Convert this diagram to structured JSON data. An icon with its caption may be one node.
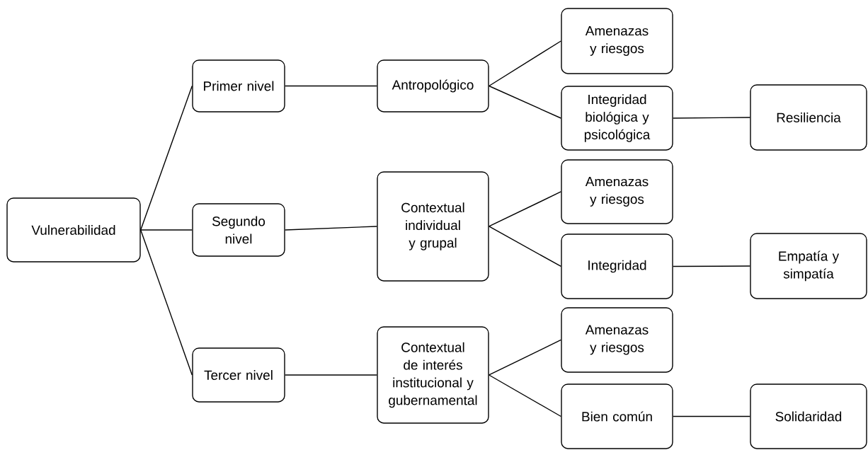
{
  "diagram": {
    "nodes": [
      {
        "text": [
          "Vulnerabilidad"
        ]
      },
      {
        "text": [
          "Primer nivel"
        ]
      },
      {
        "text": [
          "Segundo nivel"
        ]
      },
      {
        "text": [
          "Tercer nivel"
        ]
      },
      {
        "text": [
          "Antropológico"
        ]
      },
      {
        "text": [
          "Contextual individual y grupal"
        ]
      },
      {
        "text": [
          "Contextual de interés institucional y gubernamental"
        ]
      },
      {
        "text": [
          "Amenazas y riesgos"
        ]
      },
      {
        "text": [
          "Integridad biológica y psicológica"
        ]
      },
      {
        "text": [
          "Amenazas y riesgos"
        ]
      },
      {
        "text": [
          "Integridad"
        ]
      },
      {
        "text": [
          "Amenazas y riesgos"
        ]
      },
      {
        "text": [
          "Bien común"
        ]
      },
      {
        "text": [
          "Resiliencia"
        ]
      },
      {
        "text": [
          "Empatía y simpatía"
        ]
      },
      {
        "text": [
          "Solidaridad"
        ]
      }
    ],
    "edges": [
      {
        "from": 0,
        "to": 1,
        "arrow": "none"
      },
      {
        "from": 0,
        "to": 2,
        "arrow": "none"
      },
      {
        "from": 0,
        "to": 3,
        "arrow": "none"
      },
      {
        "from": 1,
        "to": 4,
        "arrow": "none"
      },
      {
        "from": 2,
        "to": 5,
        "arrow": "none"
      },
      {
        "from": 3,
        "to": 6,
        "arrow": "none"
      },
      {
        "from": 4,
        "to": 7,
        "arrow": "none"
      },
      {
        "from": 4,
        "to": 8,
        "arrow": "none"
      },
      {
        "from": 5,
        "to": 9,
        "arrow": "none"
      },
      {
        "from": 5,
        "to": 10,
        "arrow": "none"
      },
      {
        "from": 6,
        "to": 11,
        "arrow": "none"
      },
      {
        "from": 6,
        "to": 12,
        "arrow": "none"
      },
      {
        "from": 8,
        "to": 13,
        "arrow": "none"
      },
      {
        "from": 10,
        "to": 14,
        "arrow": "none"
      },
      {
        "from": 12,
        "to": 15,
        "arrow": "none"
      }
    ]
  }
}
